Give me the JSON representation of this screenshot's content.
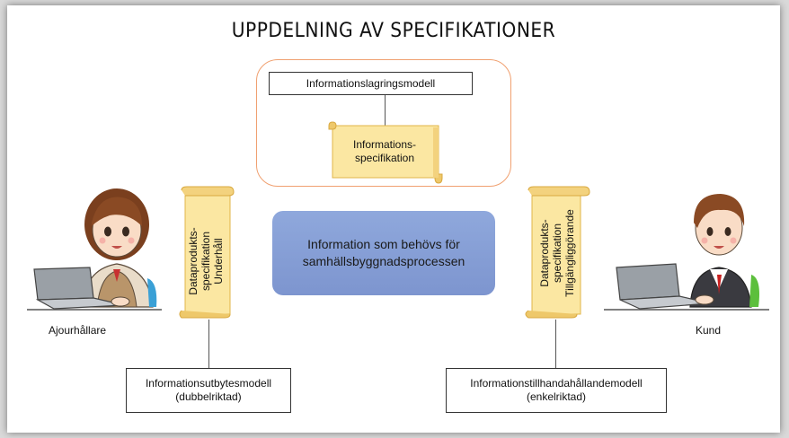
{
  "title": "UPPDELNING AV SPECIFIKATIONER",
  "storage_model": "Informationslagringsmodell",
  "info_spec": {
    "line1": "Informations-",
    "line2": "specifikation"
  },
  "left_scroll": {
    "line1": "Dataprodukts-",
    "line2": "specifikation",
    "line3": "Underhåll"
  },
  "right_scroll": {
    "line1": "Dataprodukts-",
    "line2": "specifikation",
    "line3": "Tillgängliggörande"
  },
  "center": {
    "line1": "Information som behövs för",
    "line2": "samhällsbyggnadsprocessen"
  },
  "left_role": "Ajourhållare",
  "right_role": "Kund",
  "exchange_model": {
    "line1": "Informationsutbytesmodell",
    "line2": "(dubbelriktad)"
  },
  "provision_model": {
    "line1": "Informationstillhandahållandemodell",
    "line2": "(enkelriktad)"
  },
  "colors": {
    "scroll": "#fbe7a2",
    "scroll_edge": "#e0b54a",
    "frame": "#f0a070",
    "center": "#8fa8dc"
  }
}
